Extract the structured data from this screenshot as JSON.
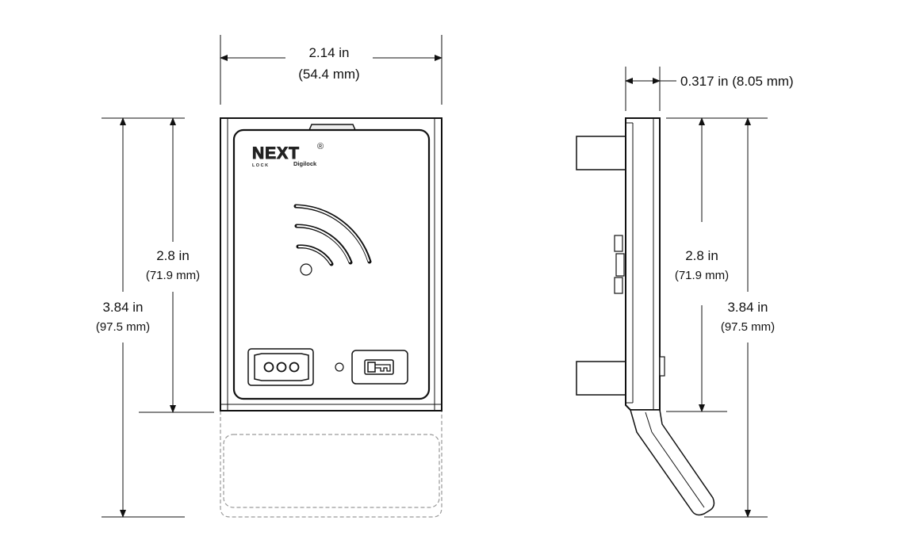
{
  "front_view": {
    "width_label": "2.14 in",
    "width_label_mm": "(54.4 mm)",
    "inner_height_label": "2.8 in",
    "inner_height_label_mm": "(71.9 mm)",
    "total_height_label": "3.84 in",
    "total_height_label_mm": "(97.5 mm)"
  },
  "side_view": {
    "depth_label": "0.317 in (8.05 mm)",
    "inner_height_label": "2.8 in",
    "inner_height_label_mm": "(71.9 mm)",
    "total_height_label": "3.84 in",
    "total_height_label_mm": "(97.5 mm)"
  },
  "logo": {
    "brand": "NEXT",
    "registered": "®",
    "tagline_left": "L O C K",
    "tagline_right": "Digilock"
  },
  "colors": {
    "line": "#111111",
    "faint": "#9a9a9a",
    "body_fill": "#ffffff"
  },
  "icons": {
    "rfid": "rfid-waves-icon",
    "power_port": "three-pin-port-icon",
    "key": "key-icon",
    "led": "led-indicator-icon"
  }
}
